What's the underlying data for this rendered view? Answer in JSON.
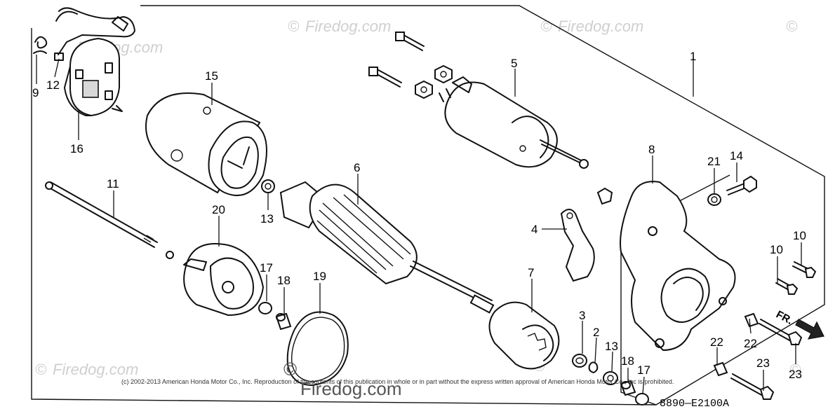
{
  "diagram": {
    "drawing_code": "8890—E2100A",
    "copyright": "(c) 2002-2013 American Honda Motor Co., Inc. Reproduction of the contents of this publication in whole or in part without the express written approval of American Honda Motor Co., Inc is prohibited.",
    "front_indicator": "FR.",
    "watermark_main": "Firedog.com",
    "watermark_faint": "Firedog.com",
    "watermark_symbol": "©",
    "callouts": [
      "1",
      "2",
      "3",
      "4",
      "5",
      "6",
      "7",
      "8",
      "9",
      "10",
      "10",
      "11",
      "12",
      "13",
      "13",
      "14",
      "15",
      "16",
      "17",
      "17",
      "18",
      "18",
      "19",
      "20",
      "21",
      "22",
      "22",
      "23",
      "23"
    ]
  },
  "style": {
    "line_color": "#111111",
    "background": "#ffffff",
    "watermark_color": "#cfcfcf"
  }
}
